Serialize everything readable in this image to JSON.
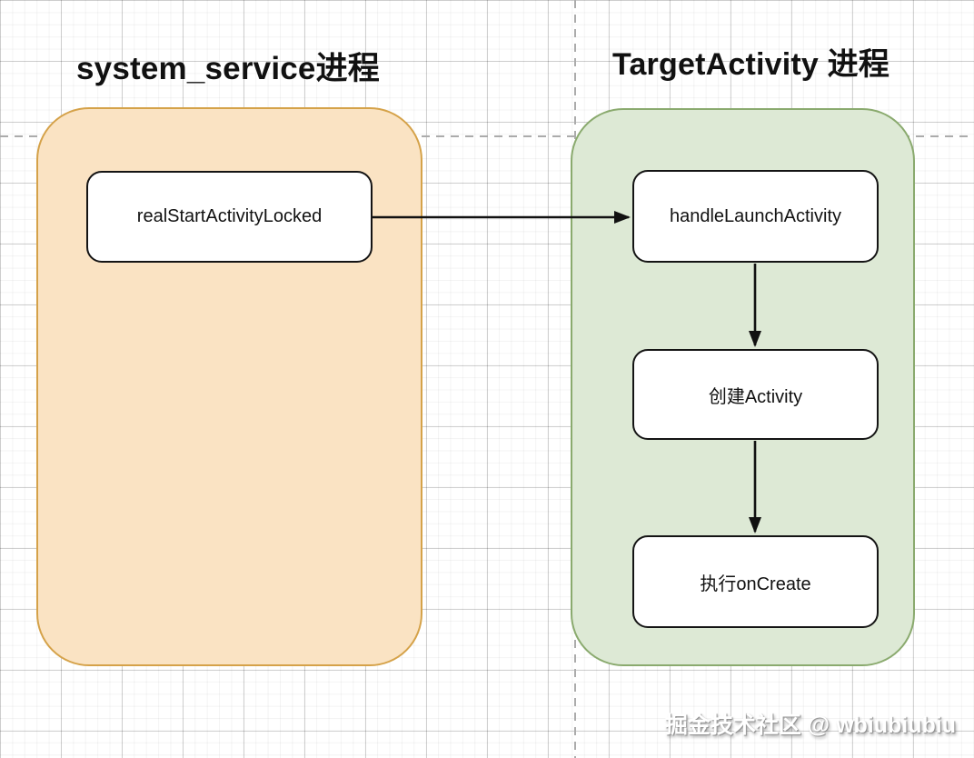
{
  "diagram": {
    "lanes": [
      {
        "id": "system-service",
        "title": "system_service进程",
        "fill": "#fae3c3",
        "border": "#d5a249"
      },
      {
        "id": "target-activity",
        "title": "TargetActivity 进程",
        "fill": "#dde9d5",
        "border": "#8aaa6e"
      }
    ],
    "nodes": [
      {
        "id": "realStartActivityLocked",
        "label": "realStartActivityLocked",
        "lane": "system-service"
      },
      {
        "id": "handleLaunchActivity",
        "label": "handleLaunchActivity",
        "lane": "target-activity"
      },
      {
        "id": "createActivity",
        "label": "创建Activity",
        "lane": "target-activity"
      },
      {
        "id": "executeOnCreate",
        "label": "执行onCreate",
        "lane": "target-activity"
      }
    ],
    "edges": [
      {
        "from": "realStartActivityLocked",
        "to": "handleLaunchActivity",
        "direction": "right"
      },
      {
        "from": "handleLaunchActivity",
        "to": "createActivity",
        "direction": "down"
      },
      {
        "from": "createActivity",
        "to": "executeOnCreate",
        "direction": "down"
      }
    ],
    "guide_color": "#ababab",
    "arrow_color": "#111111"
  },
  "watermark": {
    "text": "掘金技术社区 @ wbiubiubiu"
  }
}
